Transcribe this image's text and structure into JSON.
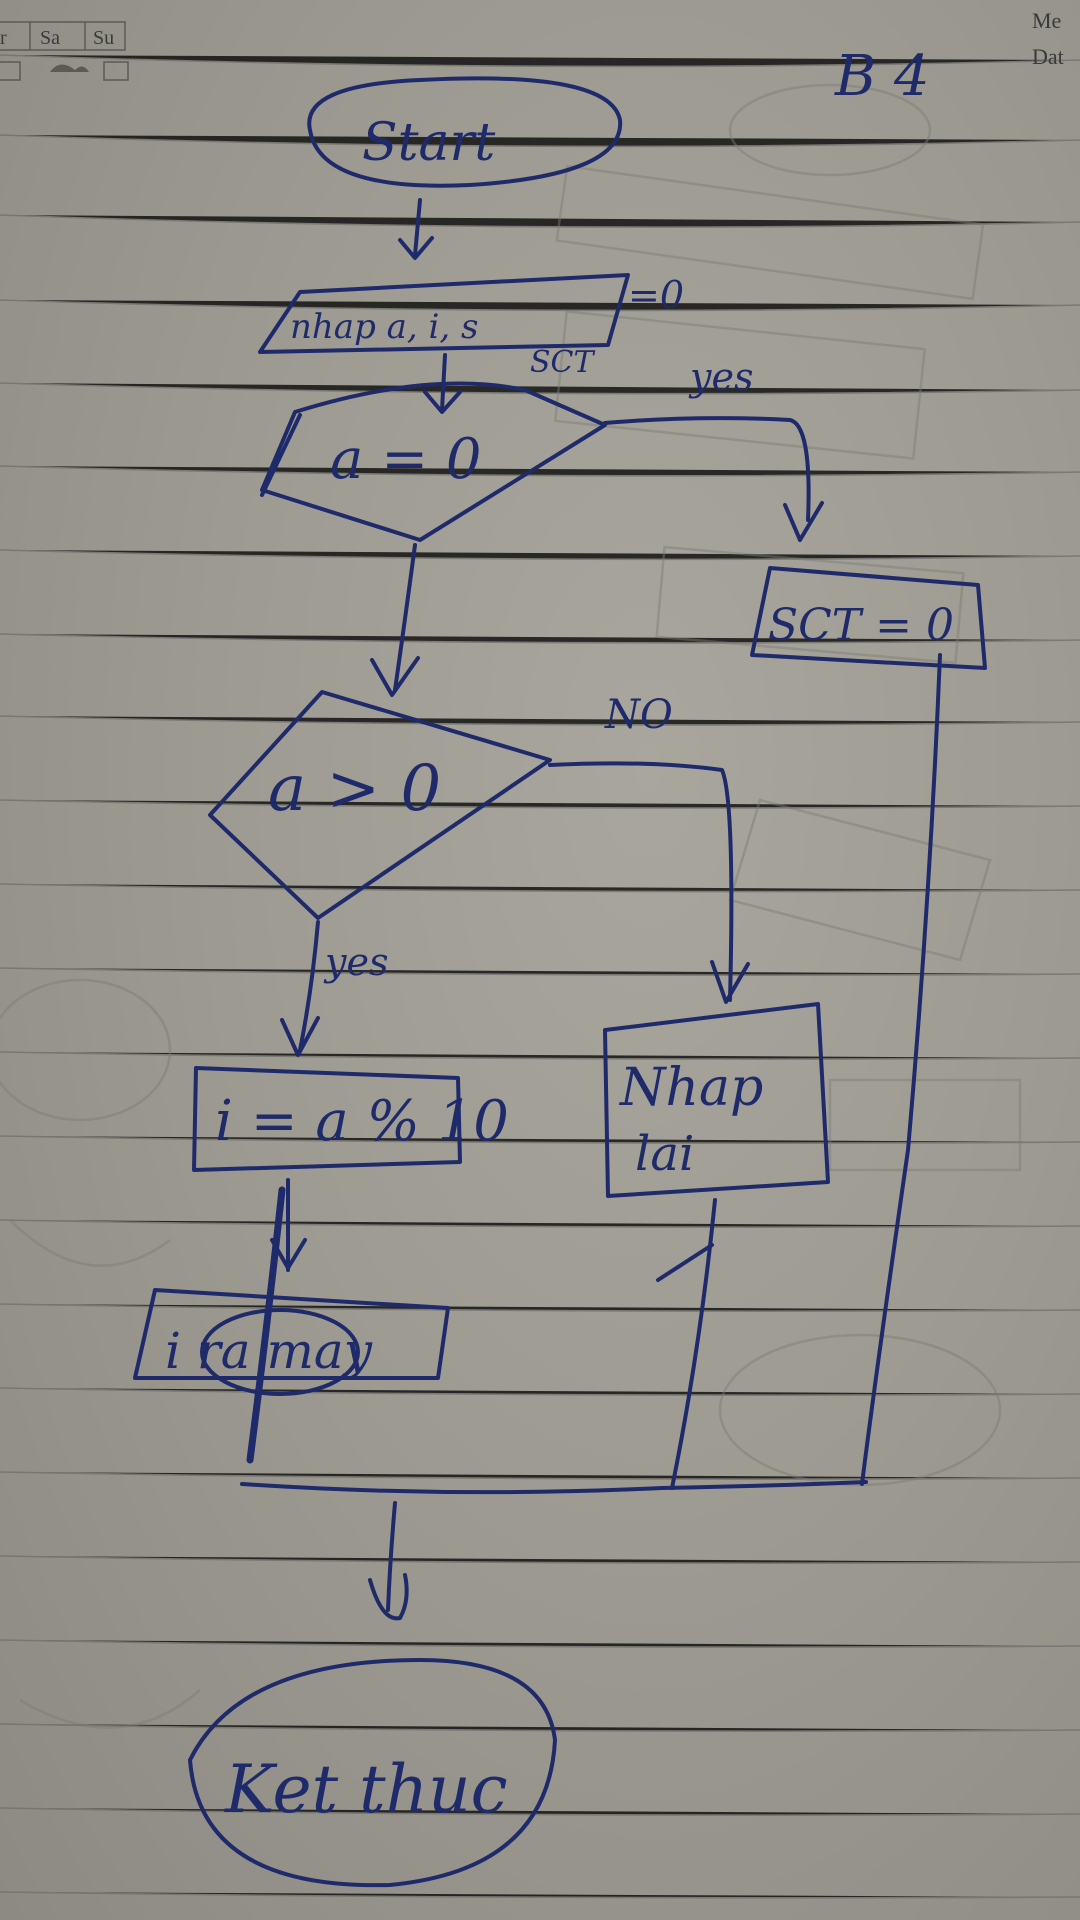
{
  "header": {
    "day_fr": "r",
    "day_sa": "Sa",
    "day_su": "Su",
    "corner_top": "Me",
    "corner_bottom": "Dat"
  },
  "page_label": "B 4",
  "nodes": {
    "start": "Start",
    "input": "nhap a, i, s",
    "input_suffix": "=0",
    "input_note": "SCT",
    "cond1": "a = 0",
    "cond1_yes": "yes",
    "set_sct": "SCT = 0",
    "cond2": "a > 0",
    "cond2_no": "NO",
    "cond2_yes": "yes",
    "assign": "i = a % 10",
    "reenter_1": "Nhap",
    "reenter_2": "lai",
    "print": "i ra may",
    "end": "Ket thuc"
  },
  "colors": {
    "ink": "#1f2a6b",
    "paper": "#a3a198"
  }
}
